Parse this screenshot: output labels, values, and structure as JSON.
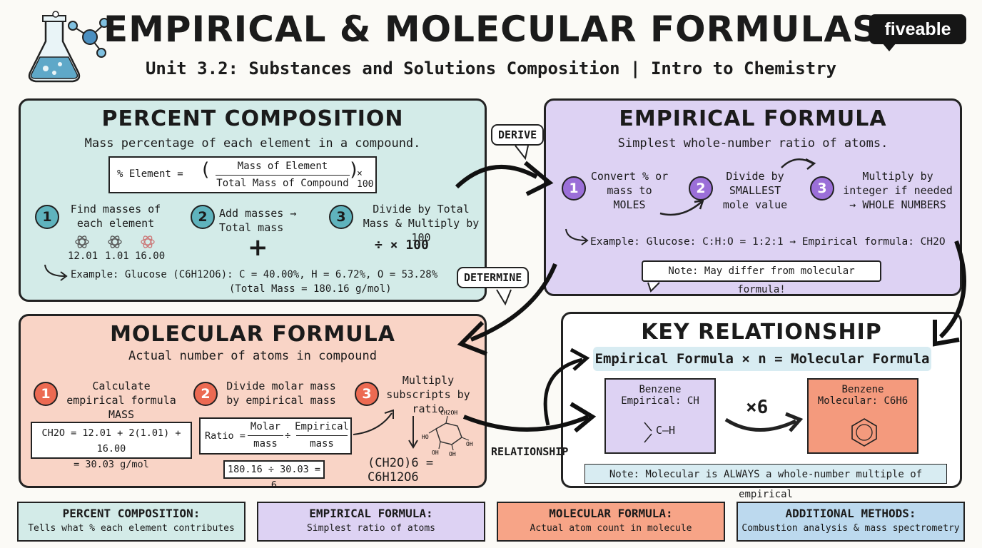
{
  "header": {
    "title": "EMPIRICAL & MOLECULAR FORMULAS",
    "subtitle": "Unit 3.2: Substances and Solutions Composition | Intro to Chemistry",
    "logo": "fiveable"
  },
  "percent_composition": {
    "heading": "PERCENT COMPOSITION",
    "subheading": "Mass percentage of each element in a compound.",
    "formula_lhs": "% Element =",
    "formula_num": "Mass of Element",
    "formula_den": "Total Mass of Compound",
    "formula_rhs": "× 100",
    "steps": [
      {
        "num": "1",
        "text": "Find masses of each element"
      },
      {
        "num": "2",
        "text": "Add masses → Total mass"
      },
      {
        "num": "3",
        "text": "Divide by Total Mass & Multiply by 100"
      }
    ],
    "masses": [
      "12.01",
      "1.01",
      "16.00"
    ],
    "plus": "+",
    "divide": "÷ × 100",
    "example_line1": "Example: Glucose (C6H12O6): C = 40.00%, H = 6.72%, O = 53.28%",
    "example_line2": "(Total Mass = 180.16 g/mol)"
  },
  "empirical_formula": {
    "heading": "EMPIRICAL FORMULA",
    "subheading": "Simplest whole-number ratio of atoms.",
    "steps": [
      {
        "num": "1",
        "text": "Convert % or mass to MOLES"
      },
      {
        "num": "2",
        "text": "Divide by SMALLEST mole value"
      },
      {
        "num": "3",
        "text": "Multiply by integer if needed → WHOLE NUMBERS"
      }
    ],
    "example": "Example: Glucose: C:H:O = 1:2:1 → Empirical formula: CH2O",
    "note": "Note: May differ from molecular formula!"
  },
  "molecular_formula": {
    "heading": "MOLECULAR FORMULA",
    "subheading": "Actual number of atoms in compound",
    "steps": [
      {
        "num": "1",
        "text": "Calculate empirical formula MASS"
      },
      {
        "num": "2",
        "text": "Divide molar mass by empirical mass"
      },
      {
        "num": "3",
        "text": "Multiply subscripts by ratio"
      }
    ],
    "mass_calc_line1": "CH2O = 12.01 + 2(1.01) + 16.00",
    "mass_calc_line2": "= 30.03 g/mol",
    "ratio_label": "Ratio =",
    "ratio_num1": "Molar",
    "ratio_den1": "mass",
    "ratio_div": "÷",
    "ratio_num2": "Empirical",
    "ratio_den2": "mass",
    "ratio_calc": "180.16 ÷ 30.03 = 6",
    "result": "(CH2O)6 = C6H12O6",
    "glucose_labels": [
      "CH2OH",
      "OH",
      "HO",
      "OH",
      "OH"
    ]
  },
  "key_relationship": {
    "heading": "KEY RELATIONSHIP",
    "equation": "Empirical Formula × n = Molecular Formula",
    "empirical_box_title": "Benzene",
    "empirical_box_formula": "Empirical: CH",
    "empirical_struct": "C—H",
    "multiplier": "×6",
    "molecular_box_title": "Benzene",
    "molecular_box_formula": "Molecular: C6H6",
    "note": "Note: Molecular is ALWAYS a whole-number multiple of empirical"
  },
  "connectors": {
    "derive": "DERIVE",
    "determine": "DETERMINE",
    "relationship": "RELATIONSHIP"
  },
  "summary": [
    {
      "title": "PERCENT COMPOSITION:",
      "desc": "Tells what % each element contributes",
      "color": "#d3ebe8"
    },
    {
      "title": "EMPIRICAL FORMULA:",
      "desc": "Simplest ratio of atoms",
      "color": "#ddd2f3"
    },
    {
      "title": "MOLECULAR FORMULA:",
      "desc": "Actual atom count in molecule",
      "color": "#f7a487"
    },
    {
      "title": "ADDITIONAL METHODS:",
      "desc": "Combustion analysis & mass spectrometry",
      "color": "#bcd9ee"
    }
  ],
  "colors": {
    "teal": "#d3ebe8",
    "purple": "#ddd2f3",
    "salmon": "#f9d4c6",
    "ink": "#1b1b1b"
  }
}
